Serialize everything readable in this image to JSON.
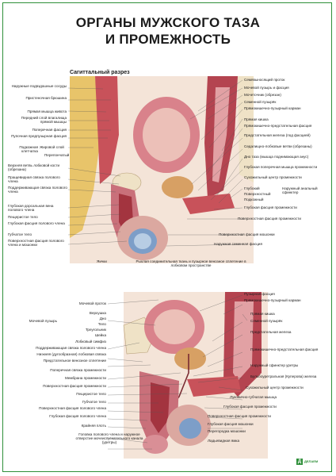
{
  "title_line1": "ОРГАНЫ МУЖСКОГО ТАЗА",
  "title_line2": "И ПРОМЕЖНОСТЬ",
  "subtitle": "Сагиттальный разрез",
  "logo": "ДЕЛАЕМ",
  "top_left": [
    "Наружные подвздошные сосуды",
    "Пристеночная брюшина",
    "Прямая мышца живота",
    "Передний слой влагалища прямой мышцы",
    "Поперечная фасция",
    "Пупочная предпузырная фасция",
    "Подкожная клетчатка",
    "Жировой слой",
    "Перепончатый",
    "Верхняя ветвь лобковой кости (обрезана)",
    "Пращевидная связка полового члена",
    "Поддерживающая связка полового члена",
    "Глубокая дорсальная вена полового члена",
    "Пещеристое тело",
    "Глубокая фасция полового члена",
    "Губчатое тело",
    "Поверхностная фасция полового члена и мошонки"
  ],
  "top_right": [
    "Семявыносящий проток",
    "Мочевой пузырь и фасция",
    "Мочеточник (обрезан)",
    "Семенной пузырёк",
    "Прямокишечно-пузырный карман",
    "Прямая кишка",
    "Прямокишечно-предстательная фасция",
    "Предстательная железа (под фасцией)",
    "Седалищно-лобковые ветви (обрезаны)",
    "Дно таза (мышца поднимающая анус)",
    "Глубокая поперечная мышца промежности",
    "Сухожильный центр промежности",
    "Глубокий",
    "Поверхностный",
    "Подкожный",
    "Наружный анальный сфинктер",
    "Глубокая фасция промежности",
    "Поверхностная фасция промежности",
    "Поверхностная фасция мошонки",
    "Наружная семенная фасция"
  ],
  "top_bottom": {
    "testis": "Яички",
    "loose_tissue": "Рыхлая соединительная ткань и пузырное венозное сплетение в лобковом пространстве"
  },
  "bottom_left": [
    "Мочевой проток",
    "Мочевой пузырь",
    "Верхушка",
    "Дно",
    "Тело",
    "Треугольник",
    "Шейка",
    "Лобковый симфиз",
    "Поддерживающая связка полового члена",
    "Ниэкняя (дугообразная) лобковая связка",
    "Предстательное венозное сплетение",
    "Поперечная связка промежности",
    "Мембрана промежности",
    "Поверхностная фасция промежности",
    "Пещеристое тело",
    "Губчатое тело",
    "Поверхностная фасция полового члена",
    "Глубокая фасция полового члена",
    "Крайняя плоть",
    "Головка полового члена и наружное отверстие мочеиспускательного канала (уретры)"
  ],
  "bottom_right": [
    "Пузырная фасция",
    "Прямокишечно-пузырный карман",
    "Прямая кишка",
    "Семенной пузырёк",
    "Предстательная железа",
    "Прямокишечно-предстательная фасция",
    "Наружный сфинктер уретры",
    "Бульбоуретральная (Куперова) железа",
    "Сухожильный центр промежности",
    "Луковично-губчатая мышца",
    "Глубокая фасция промежности",
    "Поверхностная фасция промежности",
    "Глубокая фасция мошонки",
    "Перегородка мошонки",
    "Ладьевидная ямка"
  ],
  "colors": {
    "border": "#2f8f3a",
    "muscle": "#c8525a",
    "fat": "#e8c46a",
    "bone": "#efe2c6"
  }
}
